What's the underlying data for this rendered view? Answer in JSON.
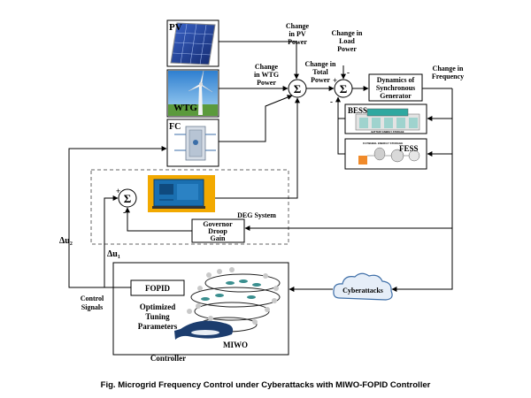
{
  "blocks": {
    "pv": "PV",
    "wtg": "WTG",
    "fc": "FC",
    "sync_gen": [
      "Dynamics of",
      "Synchronous",
      "Generator"
    ],
    "bess": "BESS",
    "fess": "FESS",
    "deg_system": "DEG System",
    "governor": [
      "Governor",
      "Droop",
      "Gain"
    ],
    "cyberattacks": "Cyberattacks",
    "fopid": "FOPID",
    "tuning": [
      "Optimized",
      "Tuning",
      "Parameters"
    ],
    "miwo": "MIWO",
    "controller": "Controller",
    "bess_panel_text": "BATTERY ENERGY STORAGE",
    "fess_panel_text": "FLYWHEEL ENERGY STORAGE"
  },
  "signals": {
    "change_pv": [
      "Change",
      "in PV",
      "Power"
    ],
    "change_load": [
      "Change in",
      "Load",
      "Power"
    ],
    "change_wtg": [
      "Change",
      "in WTG",
      "Power"
    ],
    "change_total": [
      "Change in",
      "Total",
      "Power"
    ],
    "change_freq": [
      "Change in",
      "Frequency"
    ],
    "du2": "Δu₂",
    "du1": "Δu₁",
    "control_signals": [
      "Control",
      "Signals"
    ]
  },
  "symbols": {
    "sum": "Σ",
    "plus": "+",
    "minus": "-"
  },
  "caption": "Fig. Microgrid Frequency Control under Cyberattacks with MIWO-FOPID Controller",
  "colors": {
    "pv_panel": "#1f3f9e",
    "sky": "#4fa3e0",
    "deg_bg": "#f2a900",
    "deg_genset": "#1a6fb0",
    "whale": "#1c3d6e",
    "fish": "#3a8f8f",
    "cloud": "#e6eef8"
  }
}
